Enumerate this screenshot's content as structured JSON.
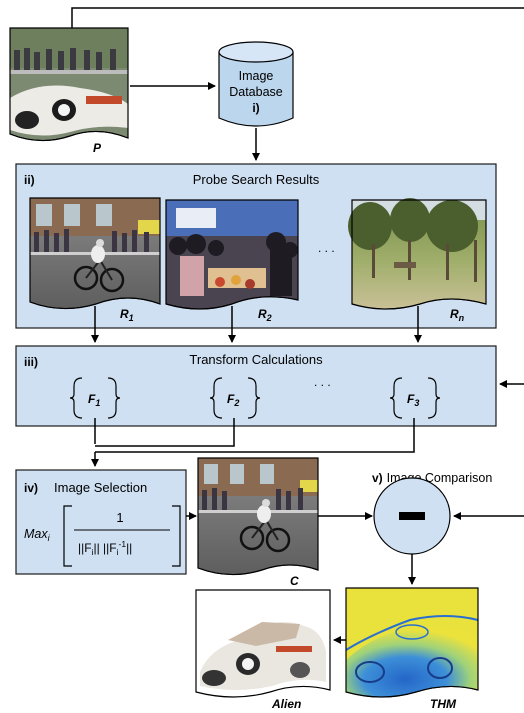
{
  "labels": {
    "probe": "P",
    "database_line1": "Image",
    "database_line2": "Database",
    "database_step": "i)",
    "step2": "ii)",
    "probe_search_results": "Probe Search Results",
    "r1_base": "R",
    "r1_sub": "1",
    "r2_base": "R",
    "r2_sub": "2",
    "rn_base": "R",
    "rn_sub": "n",
    "ellipsis": ". . .",
    "step3": "iii)",
    "transform_calculations": "Transform Calculations",
    "f1_base": "F",
    "f1_sub": "1",
    "f2_base": "F",
    "f2_sub": "2",
    "f3_base": "F",
    "f3_sub": "3",
    "step4": "iv)",
    "image_selection": "Image Selection",
    "max": "Max",
    "max_sub": "i",
    "numerator": "1",
    "denominator_a": "||F",
    "denominator_a_sub": "i",
    "denominator_b": "|| ||F",
    "denominator_b_sub": "i",
    "denominator_b_sup": "-1",
    "denominator_c": "||",
    "step5": "v)",
    "image_comparison": "Image Comparison",
    "candidate": "C",
    "alien": "Alien",
    "thm": "THM"
  },
  "colors": {
    "box_fill": "#cfe0f3",
    "box_stroke": "#1a1a1a",
    "db_fill": "#bcd6ee",
    "circle_fill": "#cfe0f3",
    "thm_base": "#e8e23a",
    "thm_accent": "#2a6fd0"
  }
}
